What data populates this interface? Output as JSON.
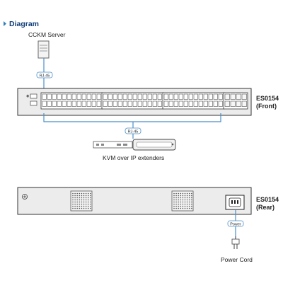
{
  "heading": "Diagram",
  "server": {
    "label": "CCKM Server"
  },
  "connectors": {
    "top": "RJ-45",
    "bottom": "RJ-45",
    "power": "Power"
  },
  "front": {
    "model": "ES0154",
    "side": "(Front)"
  },
  "rear": {
    "model": "ES0154",
    "side": "(Rear)"
  },
  "extenders": {
    "label": "KVM over IP extenders"
  },
  "power_cord": {
    "label": "Power Cord"
  },
  "colors": {
    "heading_arrow": "#2b7fc1",
    "cable": "#4a8fc8",
    "device_fill": "#ececec"
  }
}
